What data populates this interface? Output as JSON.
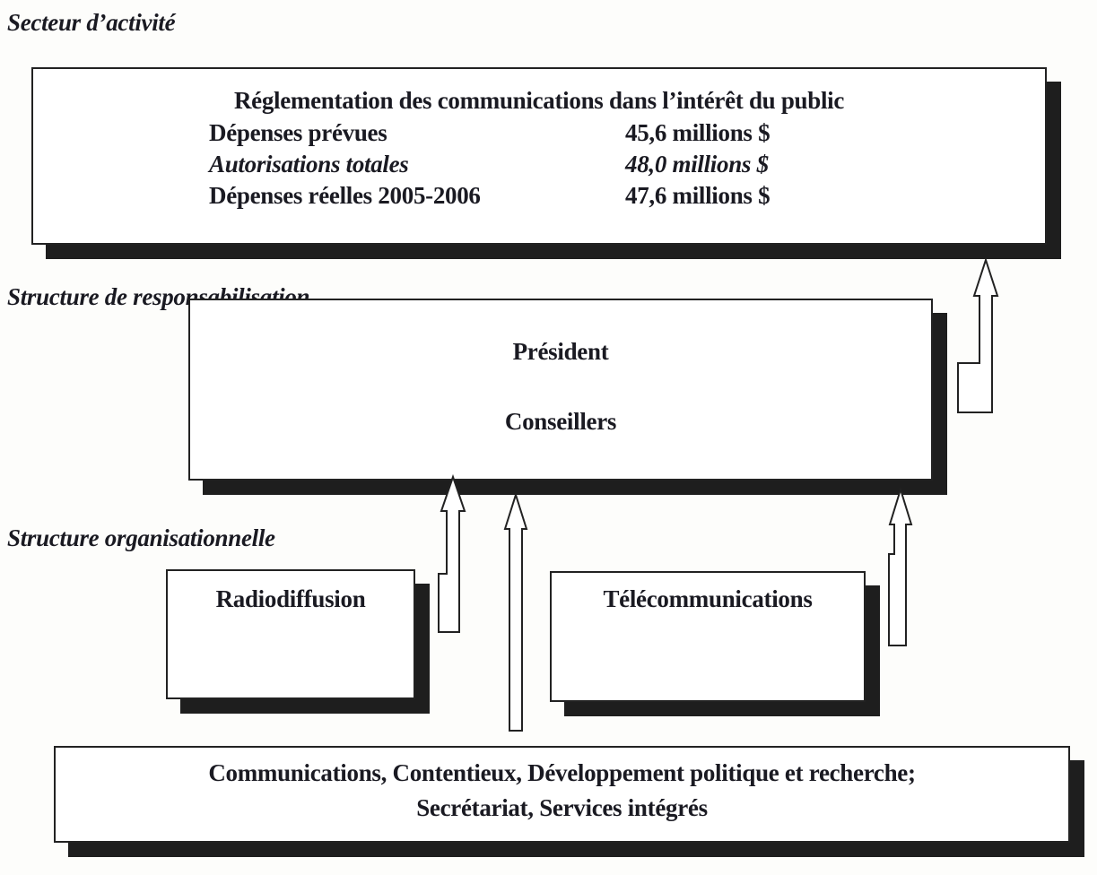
{
  "sections": {
    "business_line": "Secteur d’activité",
    "accountability": "Structure de responsabilisation",
    "organizational": "Structure organisationnelle"
  },
  "activity_box": {
    "title": "Réglementation des communications dans l’intérêt du public",
    "rows": [
      {
        "label": "Dépenses prévues",
        "value": "45,6 millions $",
        "italic": false
      },
      {
        "label": "Autorisations totales",
        "value": "48,0 millions $",
        "italic": true
      },
      {
        "label": "Dépenses réelles 2005-2006",
        "value": "47,6 millions $",
        "italic": false
      }
    ]
  },
  "accountability_box": {
    "line1": "Président",
    "line2": "Conseillers"
  },
  "org_boxes": {
    "broadcasting": "Radiodiffusion",
    "telecom": "Télécommunications"
  },
  "support_box": {
    "line1": "Communications, Contentieux, Développement politique et recherche;",
    "line2": "Secrétariat, Services intégrés"
  }
}
